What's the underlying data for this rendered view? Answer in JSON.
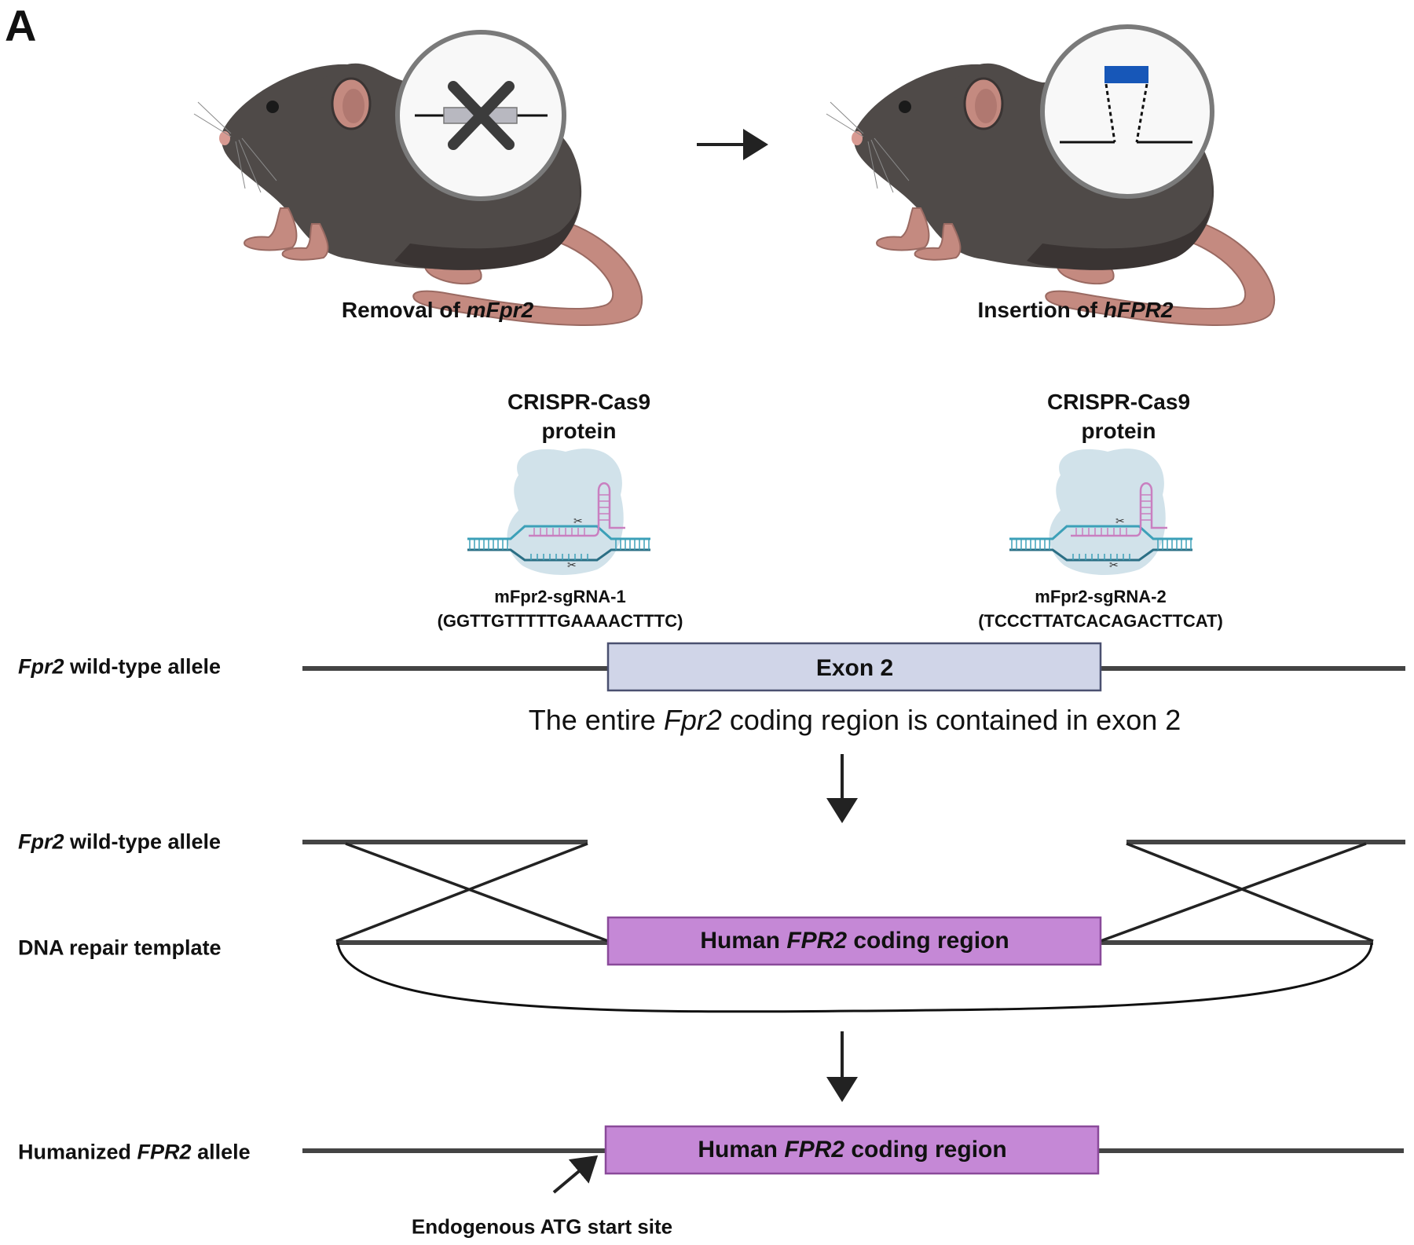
{
  "figure": {
    "panel_letter": "A",
    "mice": [
      {
        "caption_prefix": "Removal of ",
        "caption_gene": "mFpr2",
        "inset_icon": "gene-knockout-icon"
      },
      {
        "caption_prefix": "Insertion of ",
        "caption_gene": "hFPR2",
        "inset_icon": "gene-insertion-icon"
      }
    ],
    "transition_arrow_icon": "right-arrow-icon",
    "crispr": [
      {
        "title_line1": "CRISPR-Cas9",
        "title_line2": "protein",
        "sgrna_name": "mFpr2-sgRNA-1",
        "sgrna_sequence": "(GGTTGTTTTTGAAAACTTTC)"
      },
      {
        "title_line1": "CRISPR-Cas9",
        "title_line2": "protein",
        "sgrna_name": "mFpr2-sgRNA-2",
        "sgrna_sequence": "(TCCCTTATCACAGACTTCAT)"
      }
    ],
    "rows": {
      "wildtype_1": {
        "gene": "Fpr2",
        "rest": " wild-type allele",
        "box_label": "Exon 2"
      },
      "caption": {
        "prefix": "The entire ",
        "gene": "Fpr2",
        "suffix": " coding region is contained in exon 2"
      },
      "wildtype_2": {
        "gene": "Fpr2",
        "rest": " wild-type allele"
      },
      "template": {
        "label": "DNA repair template",
        "box_prefix": "Human ",
        "box_gene": "FPR2",
        "box_suffix": " coding region"
      },
      "humanized": {
        "prefix": "Humanized ",
        "gene": "FPR2",
        "suffix": " allele",
        "box_prefix": "Human ",
        "box_gene": "FPR2",
        "box_suffix": " coding region"
      },
      "atg_annotation": "Endogenous ATG start site"
    },
    "colors": {
      "exon_fill": "#d0d5e8",
      "exon_stroke": "#4a5070",
      "human_fill": "#c588d6",
      "human_stroke": "#8a4a9a",
      "dna_line": "#444444",
      "insert_blue": "#1757b8",
      "knockout_gray": "#b8b8c0",
      "mouse_fur": "#4f4a48",
      "mouse_skin": "#c48a80",
      "cas9_blob": "#c9dde6",
      "dna_helix": "#3ca0b8",
      "guide_rna": "#c97fc0"
    }
  }
}
